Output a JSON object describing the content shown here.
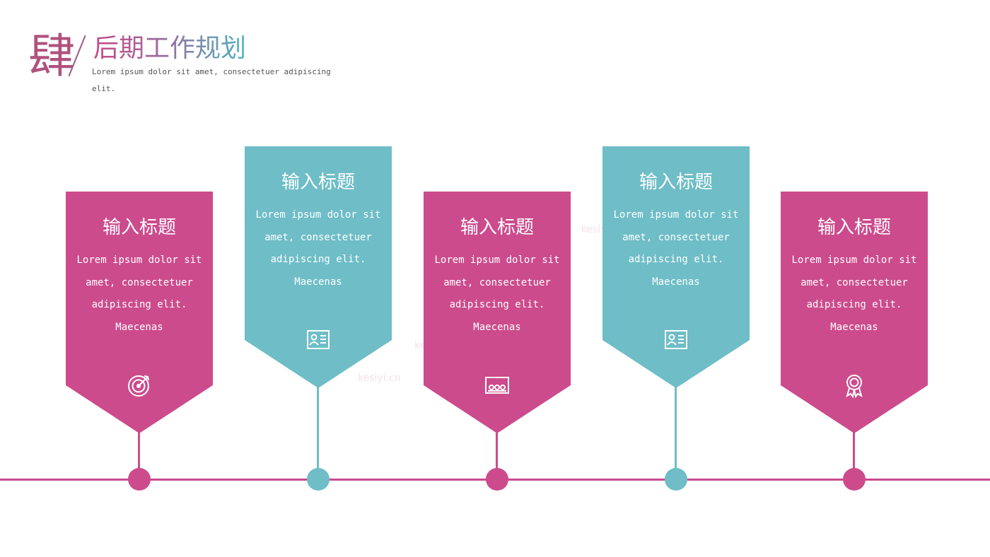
{
  "header": {
    "number_char": "肆",
    "title": "后期工作规划",
    "subtitle": "Lorem ipsum dolor sit amet, consectetuer adipiscing elit."
  },
  "colors": {
    "pink": "#cc4b8c",
    "teal": "#6ebdc7",
    "timeline": "#c94a8e"
  },
  "cards": [
    {
      "title": "输入标题",
      "body": "Lorem ipsum dolor sit amet, consectetuer adipiscing elit. Maecenas",
      "icon": "target-icon",
      "color": "pink"
    },
    {
      "title": "输入标题",
      "body": "Lorem ipsum dolor sit amet, consectetuer adipiscing elit. Maecenas",
      "icon": "id-card-icon",
      "color": "teal"
    },
    {
      "title": "输入标题",
      "body": "Lorem ipsum dolor sit amet, consectetuer adipiscing elit. Maecenas",
      "icon": "presentation-icon",
      "color": "pink"
    },
    {
      "title": "输入标题",
      "body": "Lorem ipsum dolor sit amet, consectetuer adipiscing elit. Maecenas",
      "icon": "id-card-icon",
      "color": "teal"
    },
    {
      "title": "输入标题",
      "body": "Lorem ipsum dolor sit amet, consectetuer adipiscing elit. Maecenas",
      "icon": "award-ribbon-icon",
      "color": "pink"
    }
  ],
  "watermark": "kesiyi.cn"
}
